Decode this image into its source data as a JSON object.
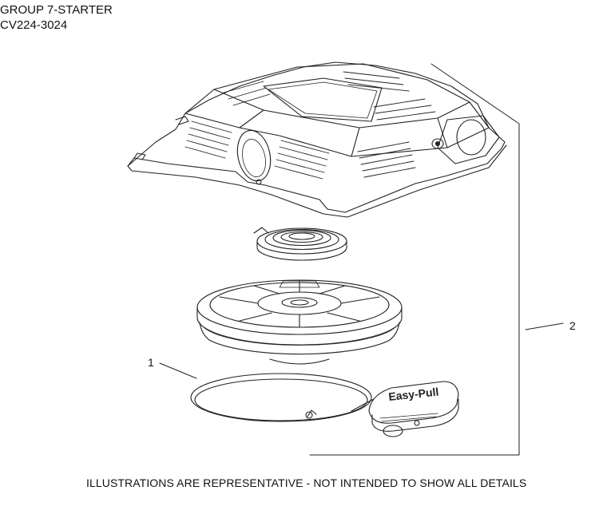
{
  "header": {
    "group_title": "GROUP 7-STARTER",
    "model_number": "CV224-3024"
  },
  "callouts": [
    {
      "label": "1"
    },
    {
      "label": "2"
    }
  ],
  "handle_text": "Easy-Pull",
  "footer": {
    "disclaimer": "ILLUSTRATIONS ARE REPRESENTATIVE - NOT INTENDED TO SHOW ALL DETAILS"
  }
}
